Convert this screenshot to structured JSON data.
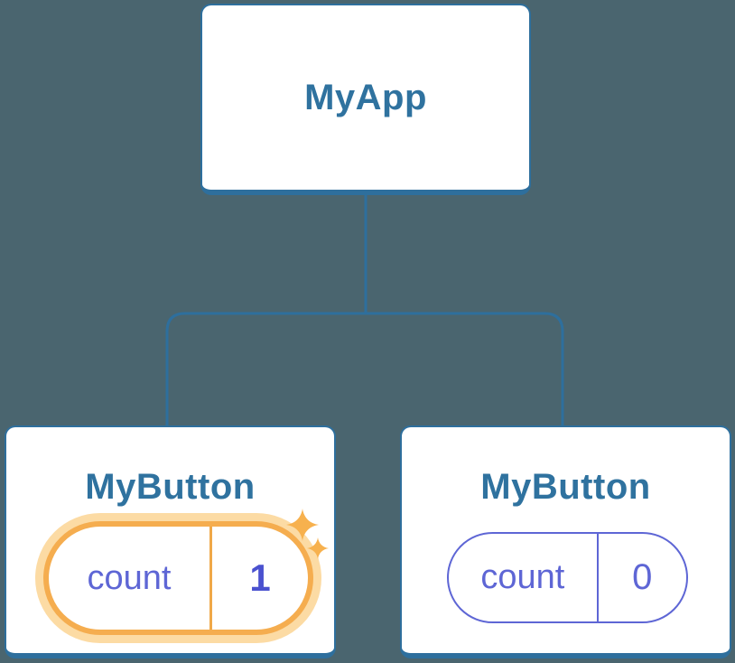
{
  "colors": {
    "bg": "#4a656f",
    "line-blue": "#2e6f9d",
    "steel-blue": "#2f729f",
    "indigo": "#5e66d5",
    "indigo-bold": "#4a51cf",
    "orange": "#f5ad4f",
    "orange-glow": "#fcdba4",
    "orange-divider": "#f0a848",
    "sparkle": "#f7b14e",
    "card-bg": "#ffffff"
  },
  "tree": {
    "root": {
      "label": "MyApp"
    },
    "children": [
      {
        "label": "MyButton",
        "highlighted": true,
        "state": {
          "name": "count",
          "value": "1"
        },
        "decoration": "sparkle-icons"
      },
      {
        "label": "MyButton",
        "highlighted": false,
        "state": {
          "name": "count",
          "value": "0"
        }
      }
    ]
  }
}
